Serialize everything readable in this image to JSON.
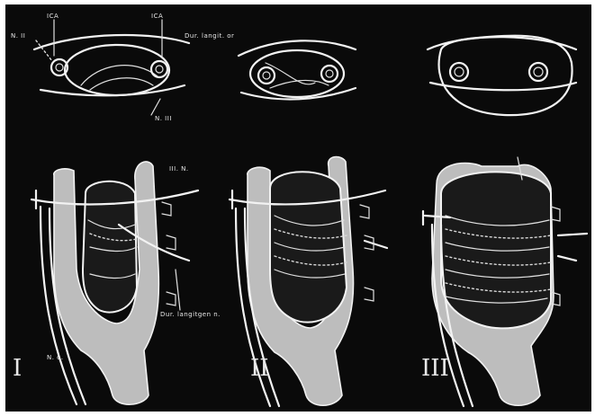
{
  "labels": {
    "top_left_a": "N. II",
    "top_b": "ICA",
    "top_c": "ICA",
    "top_d": "Dur. langit. or",
    "top_e": "N. III",
    "mid_a": "III. N.",
    "mid_b": "Dur. langitgen n.",
    "bottom_a": "N. o.",
    "numeral_1": "I",
    "numeral_2": "II",
    "numeral_3": "III"
  },
  "colors": {
    "background": "#0a0a0a",
    "line": "#f2f2f2",
    "bone": "#bdbdbd"
  }
}
